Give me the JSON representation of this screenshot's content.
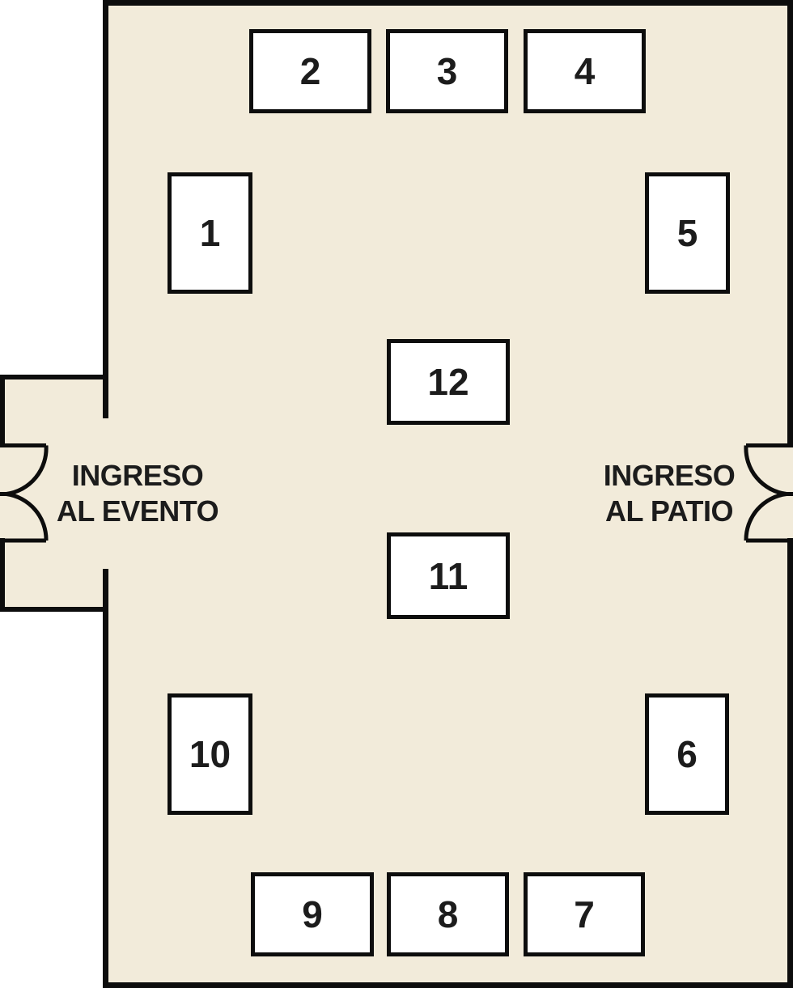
{
  "plan": {
    "colors": {
      "room_fill": "#f2ebda",
      "wall": "#0d0d0d",
      "booth_fill": "#ffffff",
      "text": "#1c1c1c"
    },
    "booths": [
      {
        "number": "1"
      },
      {
        "number": "2"
      },
      {
        "number": "3"
      },
      {
        "number": "4"
      },
      {
        "number": "5"
      },
      {
        "number": "6"
      },
      {
        "number": "7"
      },
      {
        "number": "8"
      },
      {
        "number": "9"
      },
      {
        "number": "10"
      },
      {
        "number": "11"
      },
      {
        "number": "12"
      }
    ],
    "entrances": {
      "left": {
        "line1": "INGRESO",
        "line2": "AL EVENTO"
      },
      "right": {
        "line1": "INGRESO",
        "line2": "AL PATIO"
      }
    }
  }
}
